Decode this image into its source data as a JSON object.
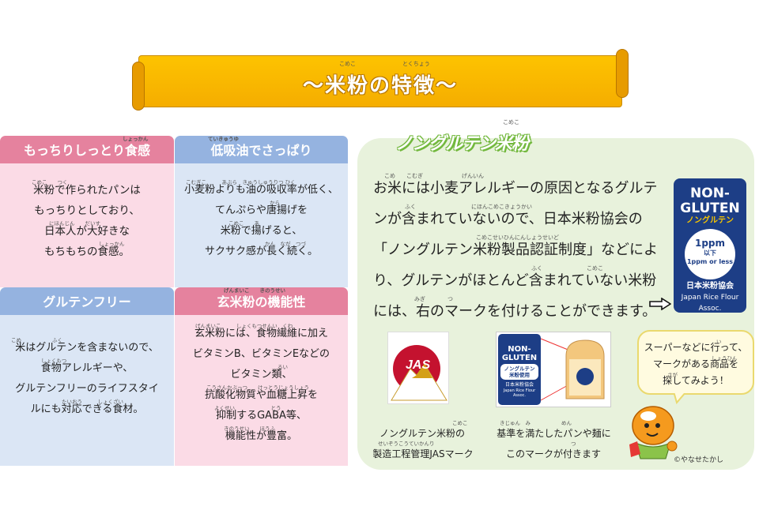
{
  "title": {
    "text": "〜米粉の特徴〜",
    "ruby_kome": "こめこ",
    "ruby_tokucho": "とくちょう"
  },
  "panels": {
    "mochiri": {
      "heading": "もっちりしっとり食感",
      "heading_ruby": "しょっかん",
      "lines": [
        "米粉で作られたパンは",
        "もっちりとしており、",
        "日本人が大好きな",
        "もちもちの食感。"
      ],
      "rubies": [
        "こめこ　　つく",
        "",
        "にほんじん　　だいす",
        "しょっかん"
      ]
    },
    "teikyuyu": {
      "heading": "低吸油でさっぱり",
      "heading_ruby": "ていきゅうゆ",
      "lines": [
        "小麦粉よりも油の吸収率が低く、",
        "てんぷらや唐揚げを",
        "米粉で揚げると、",
        "サクサク感が長く続く。"
      ],
      "rubies": [
        "こむぎこ　　　あぶら　きゅうしゅうりつ ひく",
        "から",
        "こめこ　　あ",
        "かん　なが　つづ"
      ]
    },
    "glutenfree": {
      "heading": "グルテンフリー",
      "lines": [
        "米はグルテンを含まないので、",
        "食物アレルギーや、",
        "グルテンフリーのライフスタイ",
        "ルにも対応できる食材。"
      ],
      "rubies": [
        "こめ　　　　　　ふく",
        "しょくもつ",
        "",
        "たいおう　　　しょくざい"
      ]
    },
    "genmai": {
      "heading": "玄米粉の機能性",
      "heading_ruby": "げんまいこ　　きのうせい",
      "lines": [
        "玄米粉には、食物繊維に加え",
        "ビタミンB、ビタミンEなどの",
        "ビタミン類、",
        "抗酸化物質や血糖上昇を",
        "抑制するGABA等、",
        "機能性が豊富。"
      ],
      "rubies": [
        "げんまいこ　　　しょくもつせんい　くわ",
        "",
        "るい",
        "こうさんかぶっつ　　けっとうじょうしょう",
        "よくせい　　　　　　　とう",
        "きのうせい　　ほうふ"
      ]
    }
  },
  "nongluten": {
    "heading": "ノングルテン米粉",
    "heading_ruby": "こめこ",
    "lines": [
      "お米には小麦アレルギーの原因となるグルテ",
      "ンが含まれていないので、日本米粉協会の",
      "「ノングルテン米粉製品認証制度」などによ",
      "り、グルテンがほとんど含まれていない米粉",
      "には、右のマークを付けることができます。"
    ],
    "rubies": [
      "こめ　　こむぎ　　　　　　　げんいん",
      "ふく　　　　　　　　　　にほんこめこきょうかい",
      "こめこせいひんにんしょうせいど",
      "ふく　　　　　　　　こめこ",
      "みぎ　　　　つ"
    ]
  },
  "logo": {
    "line1": "NON-",
    "line2": "GLUTEN",
    "jp": "ノングルテン",
    "ppm": "1ppm",
    "ikai": "以下",
    "or_less": "1ppm or less",
    "assoc_jp": "日本米粉協会",
    "assoc_en1": "Japan Rice Flour",
    "assoc_en2": "Assoc."
  },
  "small_logo": {
    "line1": "NON-",
    "line2": "GLUTEN",
    "jp1": "ノングルテン",
    "jp2": "米粉使用",
    "assoc_jp": "日本米粉協会",
    "assoc_en": "Japan Rice Flour Assoc."
  },
  "jas_text": "JAS",
  "captions": {
    "jas_1": "ノングルテン米粉の",
    "jas_1_ruby": "こめこ",
    "jas_2": "製造工程管理JASマーク",
    "jas_2_ruby": "せいぞうこうていかんり",
    "bread_1": "基準を満たしたパンや麺に",
    "bread_1_ruby": "きじゅん　み　　　　　　めん",
    "bread_2": "このマークが付きます",
    "bread_2_ruby": "つ"
  },
  "bubble": {
    "lines": [
      "スーパーなどに行って、",
      "マークがある商品を",
      "探してみよう！"
    ],
    "rubies": [
      "い",
      "しょうひん",
      "さが"
    ]
  },
  "copyright": "©やなせたかし",
  "colors": {
    "banner": "#fdc300",
    "pink_head": "#e5829e",
    "pink_body": "#fbdbe6",
    "blue_head": "#95b3e0",
    "blue_body": "#dbe6f5",
    "green_bg": "#e8f2dc",
    "logo_navy": "#1d3e86"
  }
}
